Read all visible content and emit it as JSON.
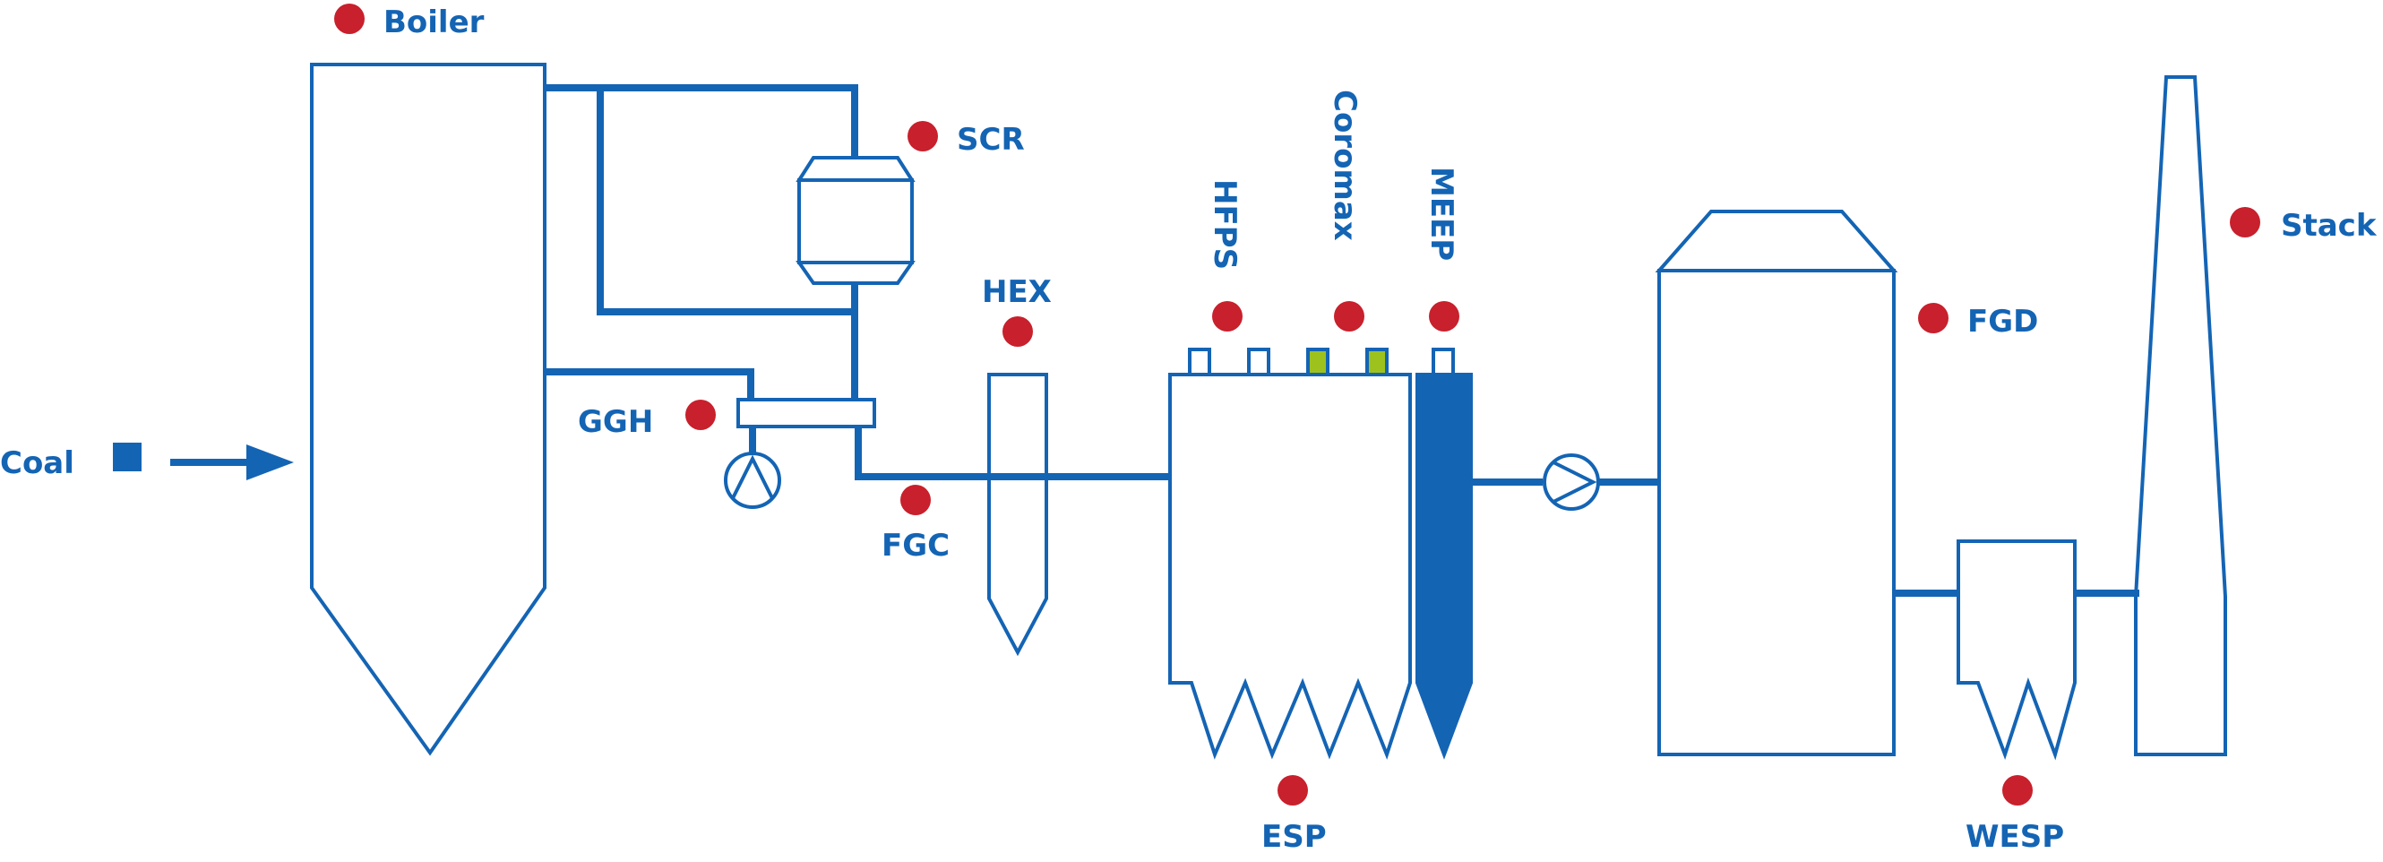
{
  "colors": {
    "equipment": "#1464B4",
    "marker": "#C8202C",
    "highlight": "#9DC21E"
  },
  "labels": {
    "boiler": "Boiler",
    "scr": "SCR",
    "coal": "Coal",
    "ggh": "GGH",
    "fgc": "FGC",
    "hex": "HEX",
    "hfps": "HFPS",
    "coromax": "Coromax",
    "meep": "MEEP",
    "esp": "ESP",
    "fgd": "FGD",
    "wesp": "WESP",
    "stack": "Stack"
  }
}
